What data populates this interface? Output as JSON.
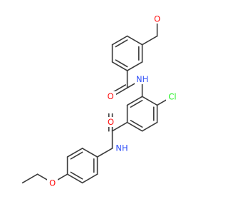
{
  "molecule": {
    "atoms": {
      "o_methoxy": {
        "label": "O",
        "color": "#ff0d0d"
      },
      "o_amide_top": {
        "label": "O",
        "color": "#ff0d0d"
      },
      "n_amide_top": {
        "label": "NH",
        "color": "#3050f8"
      },
      "cl": {
        "label": "Cl",
        "color": "#1ff01f"
      },
      "o_amide_mid": {
        "label": "O",
        "color": "#ff0d0d"
      },
      "n_amide_mid": {
        "label": "NH",
        "color": "#3050f8"
      },
      "o_ethoxy": {
        "label": "O",
        "color": "#ff0d0d"
      }
    },
    "bond_color": "#3c3c3c"
  }
}
